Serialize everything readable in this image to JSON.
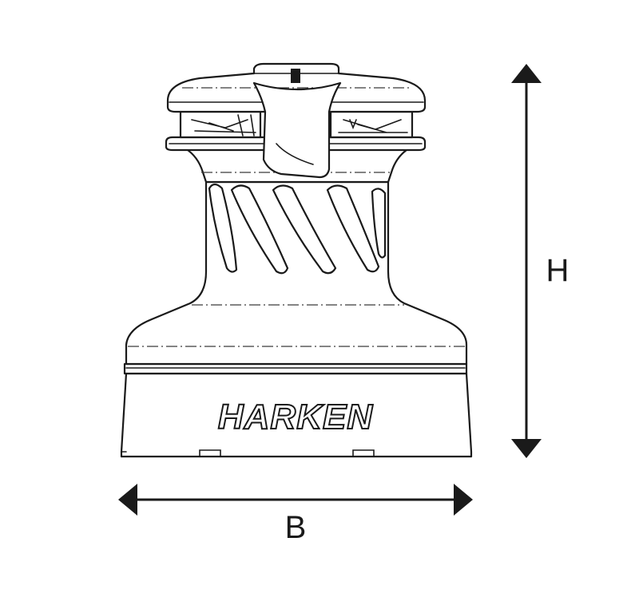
{
  "diagram": {
    "brand_text": "HARKEN",
    "labels": {
      "height": "H",
      "base": "B"
    },
    "colors": {
      "stroke": "#1a1a1a",
      "background": "#ffffff"
    }
  }
}
